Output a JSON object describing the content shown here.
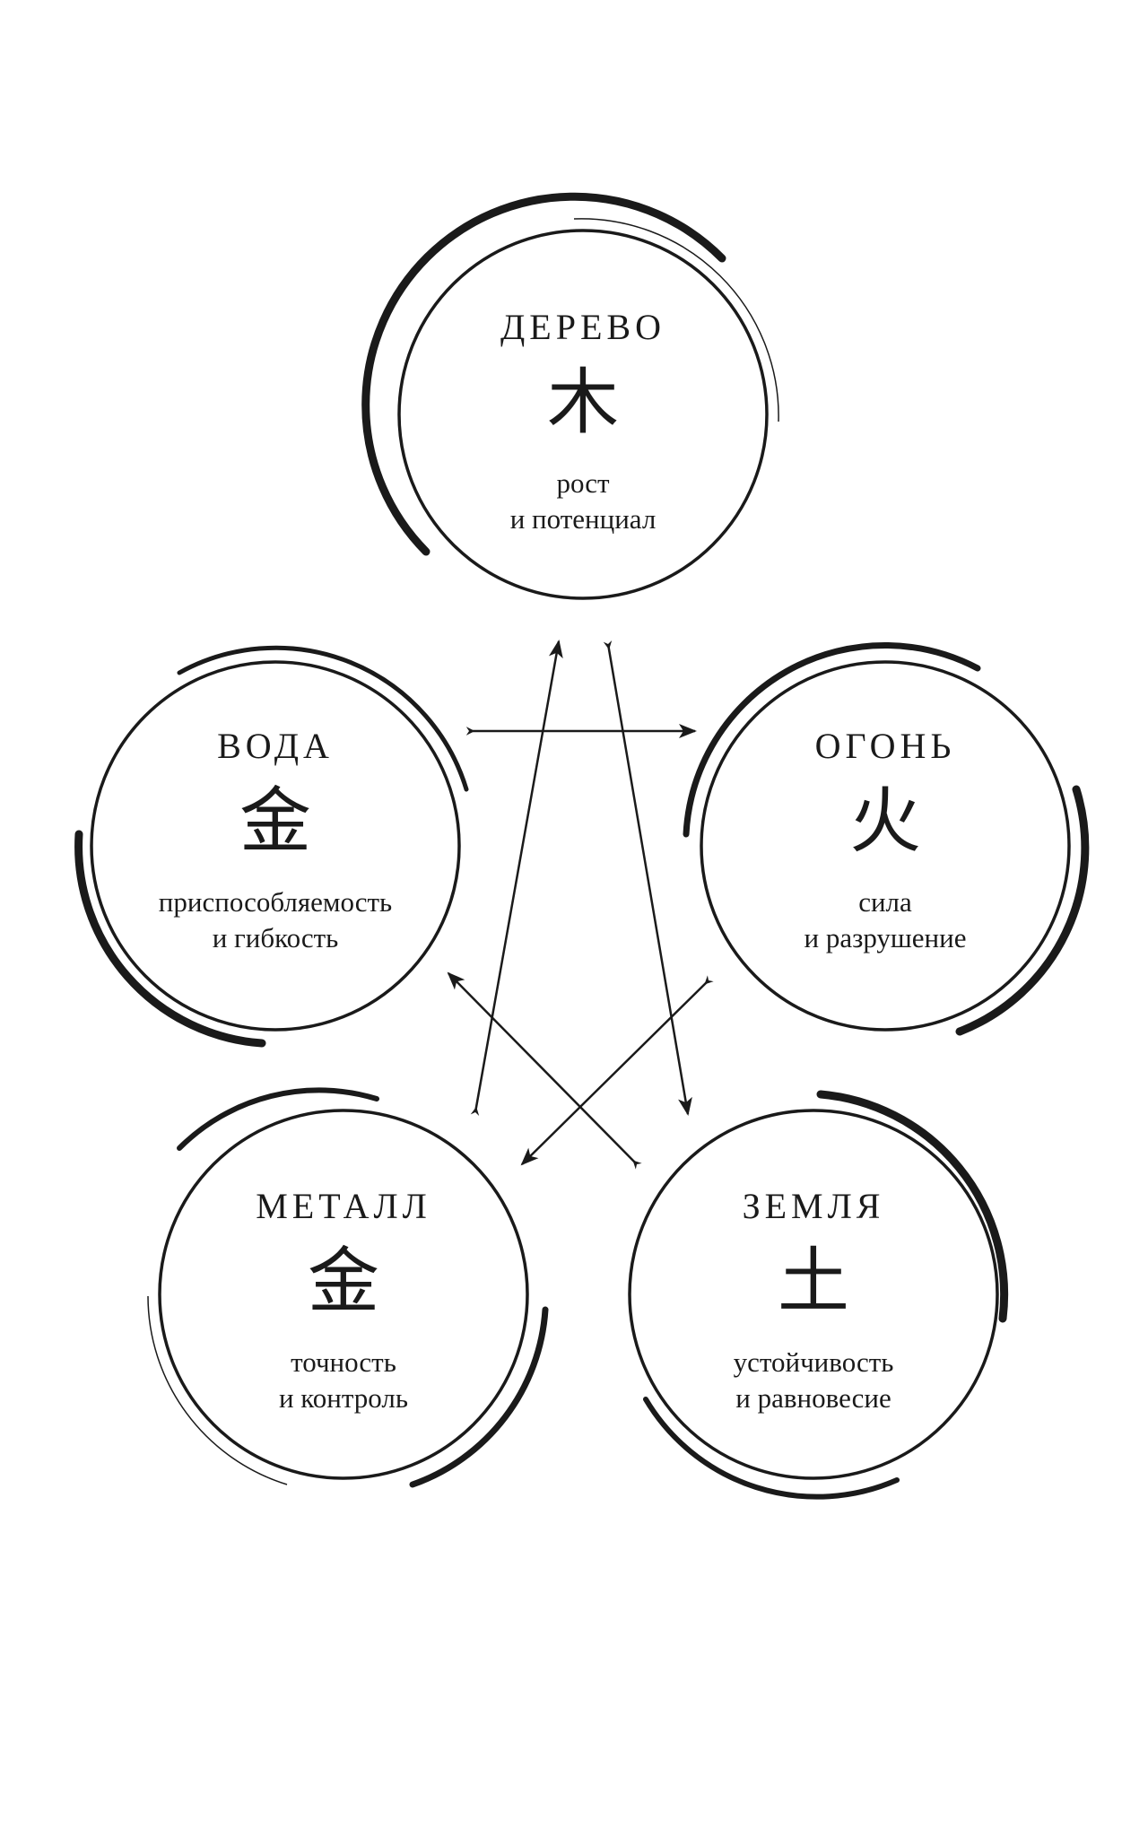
{
  "elements": {
    "wood": {
      "name": "ДЕРЕВО",
      "glyph": "木",
      "desc_line1": "рост",
      "desc_line2": "и потенциал"
    },
    "water": {
      "name": "ВОДА",
      "glyph": "金",
      "desc_line1": "приспособляемость",
      "desc_line2": "и гибкость"
    },
    "fire": {
      "name": "ОГОНЬ",
      "glyph": "火",
      "desc_line1": "сила",
      "desc_line2": "и разрушение"
    },
    "metal": {
      "name": "МЕТАЛЛ",
      "glyph": "金",
      "desc_line1": "точность",
      "desc_line2": "и контроль"
    },
    "earth": {
      "name": "ЗЕМЛЯ",
      "glyph": "土",
      "desc_line1": "устойчивость",
      "desc_line2": "и равновесие"
    }
  },
  "colors": {
    "ink": "#1a1a1a",
    "background": "#ffffff"
  }
}
